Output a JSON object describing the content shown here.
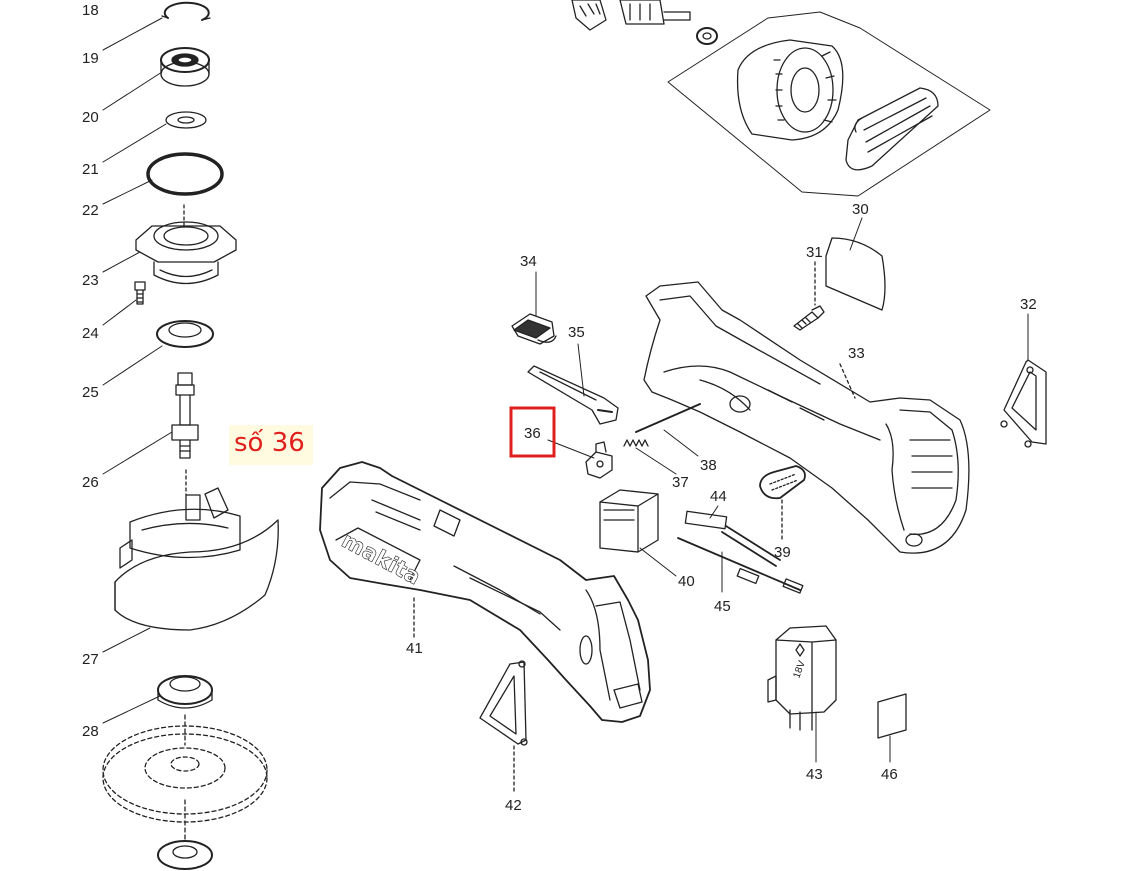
{
  "labels": {
    "p18": "18",
    "p19": "19",
    "p20": "20",
    "p21": "21",
    "p22": "22",
    "p23": "23",
    "p24": "24",
    "p25": "25",
    "p26": "26",
    "p27": "27",
    "p28": "28",
    "p30": "30",
    "p31": "31",
    "p32": "32",
    "p33": "33",
    "p34": "34",
    "p35": "35",
    "p36": "36",
    "p37": "37",
    "p38": "38",
    "p39": "39",
    "p40": "40",
    "p41": "41",
    "p42": "42",
    "p43": "43",
    "p44": "44",
    "p45": "45",
    "p46": "46"
  },
  "annotation": {
    "text": "số 36",
    "color": "#e0201c",
    "highlight_color": "#e0201c",
    "highlight_part": "36"
  },
  "logo_text": "makita",
  "badge_text": "18V"
}
